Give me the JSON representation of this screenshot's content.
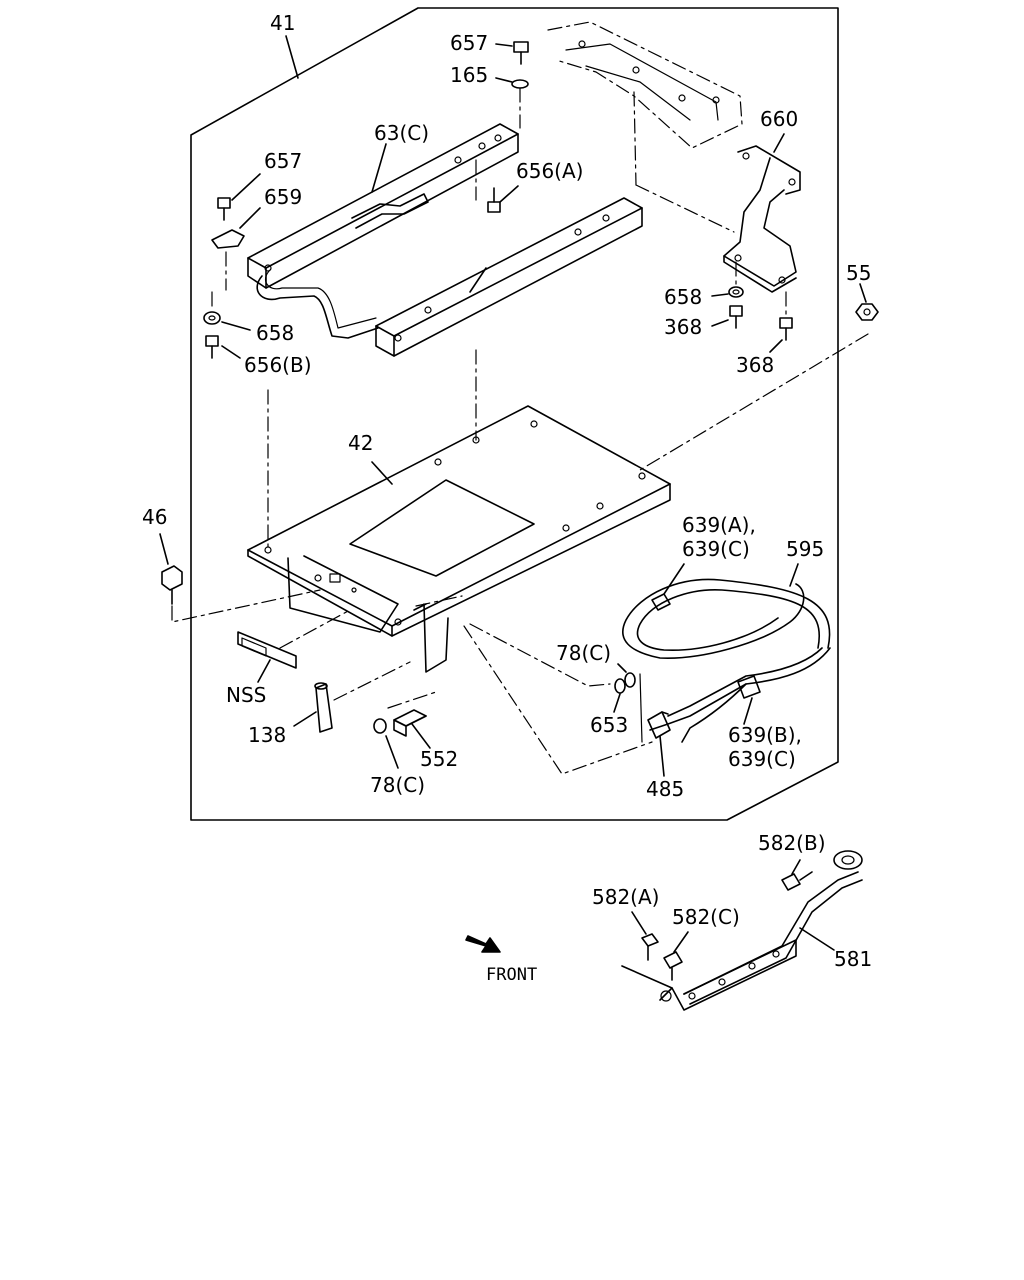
{
  "labels": {
    "p41": "41",
    "p657_top": "657",
    "p165": "165",
    "p63c": "63(C)",
    "p660": "660",
    "p657_left": "657",
    "p659": "659",
    "p656a": "656(A)",
    "p55": "55",
    "p658_right": "658",
    "p368_a": "368",
    "p368_b": "368",
    "p658_left": "658",
    "p656b": "656(B)",
    "p42": "42",
    "p46": "46",
    "p639ac_1": "639(A),",
    "p639ac_2": "639(C)",
    "p595": "595",
    "p78c_a": "78(C)",
    "p653": "653",
    "pnss": "NSS",
    "p138": "138",
    "p552": "552",
    "p78c_b": "78(C)",
    "p639bc_1": "639(B),",
    "p639bc_2": "639(C)",
    "p485": "485",
    "p582b": "582(B)",
    "p582a": "582(A)",
    "p582c": "582(C)",
    "p581": "581"
  },
  "front_label": "FRONT",
  "icons": {
    "front_arrow": "front-arrow-icon"
  },
  "colors": {
    "ink": "#000000",
    "paper": "#ffffff"
  }
}
